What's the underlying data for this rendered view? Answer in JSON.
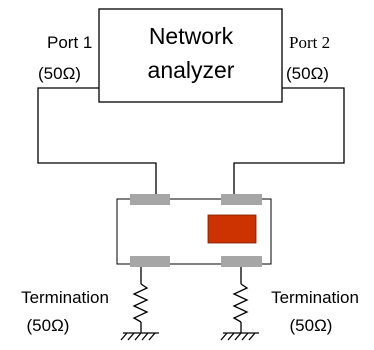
{
  "analyzer": {
    "line1": "Network",
    "line2": "analyzer"
  },
  "port1": {
    "label": "Port 1",
    "impedance": "(50Ω)"
  },
  "port2": {
    "label": "Port 2",
    "impedance": "(50Ω)"
  },
  "termination_left": {
    "label": "Termination",
    "impedance": "(50Ω)"
  },
  "termination_right": {
    "label": "Termination",
    "impedance": "(50Ω)"
  },
  "colors": {
    "wire": "#000000",
    "pad": "#a6a6a6",
    "component": "#cc3300",
    "board_border": "#000000"
  }
}
